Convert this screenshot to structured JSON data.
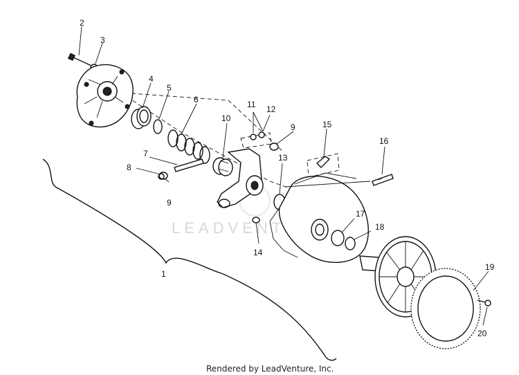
{
  "diagram": {
    "watermark": "LEADVENTURE",
    "footer": "Rendered by LeadVenture, Inc.",
    "labels": [
      "1",
      "2",
      "3",
      "4",
      "5",
      "6",
      "7",
      "8",
      "9",
      "10",
      "11",
      "12",
      "9",
      "13",
      "14",
      "15",
      "16",
      "17",
      "18",
      "19",
      "20"
    ]
  }
}
